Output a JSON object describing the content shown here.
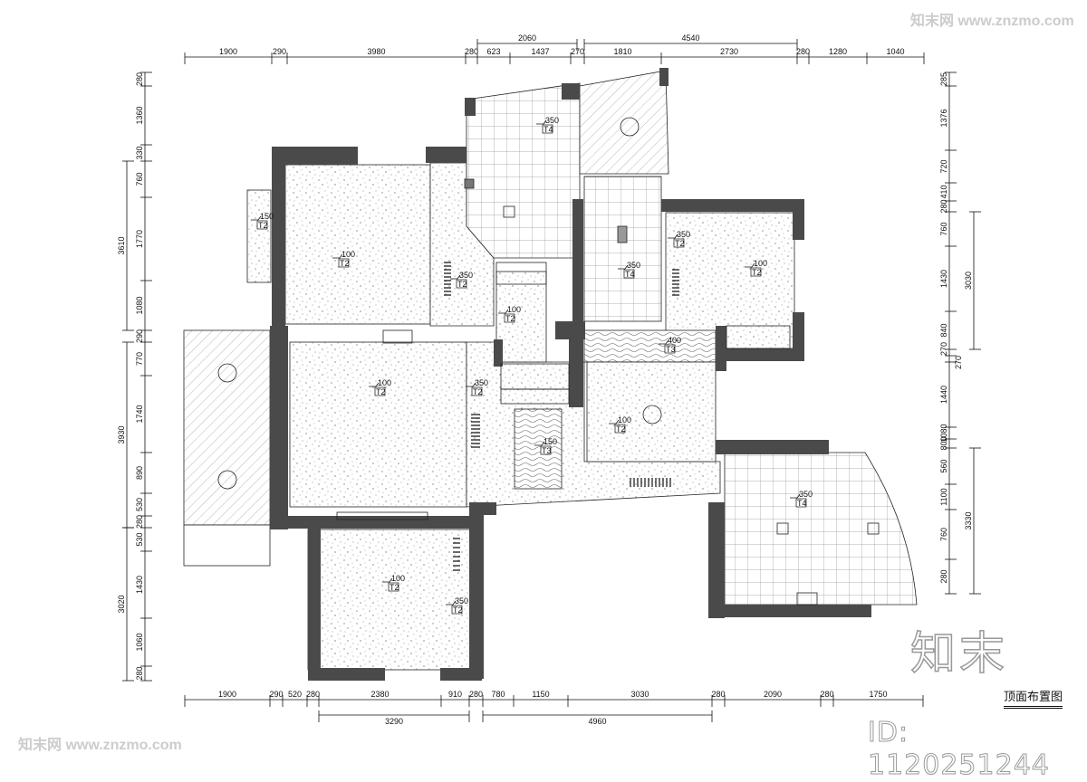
{
  "drawing": {
    "title": "顶面布置图",
    "id_text": "ID: 1120251244",
    "logo": "知末",
    "watermark": "知末网 www.znzmo.com"
  },
  "dimensions": {
    "top_row": [
      "1900",
      "290",
      "3980",
      "280",
      "623",
      "1437",
      "270",
      "1810",
      "2730",
      "280",
      "1280",
      "1040"
    ],
    "top_upper": [
      "2060",
      "4540"
    ],
    "bottom_row": [
      "1900",
      "290",
      "520",
      "280",
      "2380",
      "910",
      "280",
      "780",
      "1150",
      "3030",
      "280",
      "2090",
      "280",
      "1750"
    ],
    "bottom_lower": [
      "3290",
      "4960"
    ],
    "left_row": [
      "280",
      "1360",
      "330",
      "760",
      "1770",
      "1080",
      "290",
      "770",
      "1740",
      "890",
      "530",
      "280",
      "530",
      "1430",
      "1060",
      "280"
    ],
    "left_outer": [
      "3610",
      "3930",
      "3020"
    ],
    "right_row": [
      "285",
      "1376",
      "720",
      "410",
      "280",
      "760",
      "1430",
      "840",
      "270",
      "270",
      "1440",
      "1080",
      "800",
      "560",
      "1100",
      "760",
      "280"
    ],
    "right_outer": [
      "3030",
      "3330"
    ]
  },
  "ceiling_labels": [
    {
      "height": "150",
      "tag": "T2"
    },
    {
      "height": "100",
      "tag": "T2"
    },
    {
      "height": "350",
      "tag": "T2"
    },
    {
      "height": "350",
      "tag": "T4"
    },
    {
      "height": "100",
      "tag": "T2"
    },
    {
      "height": "350",
      "tag": "T4"
    },
    {
      "height": "350",
      "tag": "T2"
    },
    {
      "height": "100",
      "tag": "T2"
    },
    {
      "height": "400",
      "tag": "T3"
    },
    {
      "height": "100",
      "tag": "T2"
    },
    {
      "height": "350",
      "tag": "T2"
    },
    {
      "height": "150",
      "tag": "T3"
    },
    {
      "height": "100",
      "tag": "T2"
    },
    {
      "height": "350",
      "tag": "T4"
    },
    {
      "height": "100",
      "tag": "T2"
    },
    {
      "height": "350",
      "tag": "T2"
    }
  ],
  "colors": {
    "wall": "#4a4a4a",
    "line": "#111111",
    "watermark": "#dddddd"
  }
}
